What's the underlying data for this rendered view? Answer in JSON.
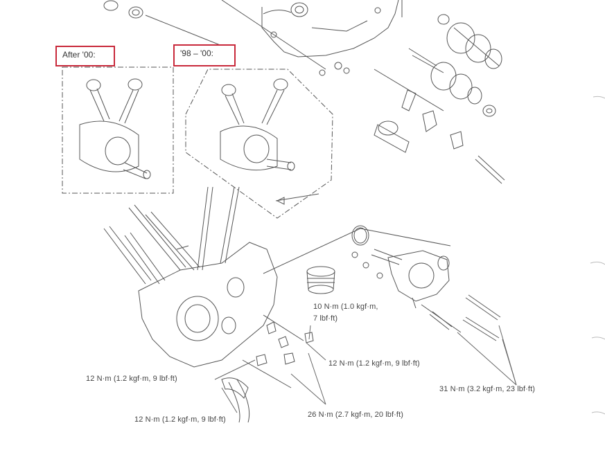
{
  "variants": {
    "after_00": "After '00:",
    "y98_00": "'98 – '00:"
  },
  "torque": {
    "t10": "10 N·m (1.0 kgf·m,",
    "t10b": "7 lbf·ft)",
    "t12_right": "12 N·m (1.2 kgf·m, 9 lbf·ft)",
    "t12_left": "12 N·m (1.2 kgf·m, 9 lbf·ft)",
    "t12_bottom": "12 N·m (1.2 kgf·m, 9 lbf·ft)",
    "t26": "26 N·m (2.7 kgf·m, 20 lbf·ft)",
    "t31": "31 N·m (3.2 kgf·m, 23 lbf·ft)"
  },
  "colors": {
    "highlight": "#c8283a",
    "line": "#555555"
  }
}
